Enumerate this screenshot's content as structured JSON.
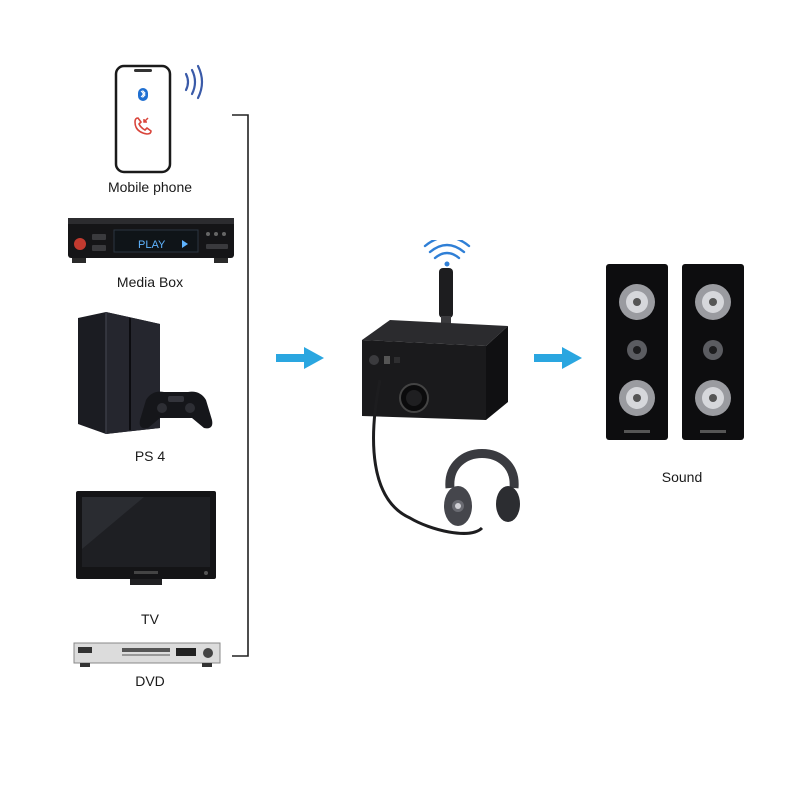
{
  "sources": [
    {
      "id": "mobile",
      "label": "Mobile phone",
      "icon": "mobile-phone-icon"
    },
    {
      "id": "media-box",
      "label": "Media Box",
      "icon": "media-box-icon",
      "screen_text": "PLAY"
    },
    {
      "id": "ps4",
      "label": "PS 4",
      "icon": "ps4-console-icon"
    },
    {
      "id": "tv",
      "label": "TV",
      "icon": "tv-icon"
    },
    {
      "id": "dvd",
      "label": "DVD",
      "icon": "dvd-player-icon"
    }
  ],
  "center": {
    "icon": "bluetooth-transmitter-icon",
    "accessory_icon": "headphones-icon"
  },
  "output": {
    "label": "Sound",
    "icon": "speakers-icon"
  },
  "colors": {
    "arrow": "#2aa6e0",
    "bracket": "#222222",
    "device": "#1b1b1d"
  }
}
